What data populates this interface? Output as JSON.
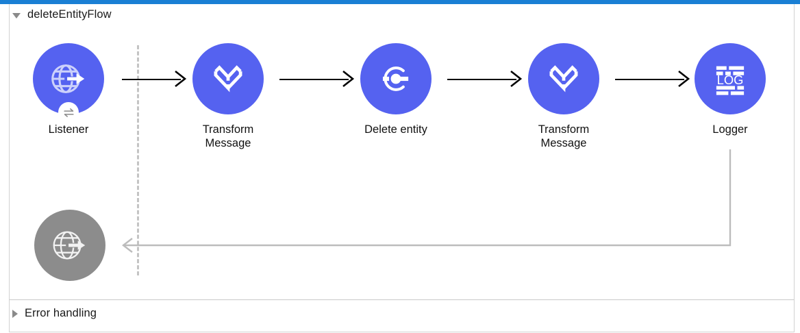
{
  "window": {
    "accent_color": "#1a7fd4",
    "canvas_background": "#ffffff"
  },
  "flow": {
    "name": "deleteEntityFlow",
    "expanded": true,
    "caret_icon": "caret-down-icon",
    "node_color": "#5562f0",
    "disabled_node_color": "#8c8c8c",
    "nodes": [
      {
        "id": "listener",
        "label": "Listener",
        "icon": "http-listener-globe-icon",
        "badge_icon": "exchange-arrows-icon",
        "color": "#5562f0"
      },
      {
        "id": "transform1",
        "label": "Transform\nMessage",
        "icon": "dataweave-transform-icon",
        "color": "#5562f0"
      },
      {
        "id": "delete",
        "label": "Delete entity",
        "icon": "connector-operation-icon",
        "color": "#5562f0"
      },
      {
        "id": "transform2",
        "label": "Transform\nMessage",
        "icon": "dataweave-transform-icon",
        "color": "#5562f0"
      },
      {
        "id": "logger",
        "label": "Logger",
        "icon": "log-icon",
        "color": "#5562f0"
      },
      {
        "id": "response",
        "label": "",
        "icon": "http-listener-globe-icon",
        "color": "#8c8c8c"
      }
    ],
    "connector_color": "#000000",
    "return_path_color": "#bcbcbc",
    "source_divider_color": "#c4c4c4"
  },
  "error_handling": {
    "name": "Error handling",
    "expanded": false,
    "caret_icon": "caret-right-icon"
  }
}
